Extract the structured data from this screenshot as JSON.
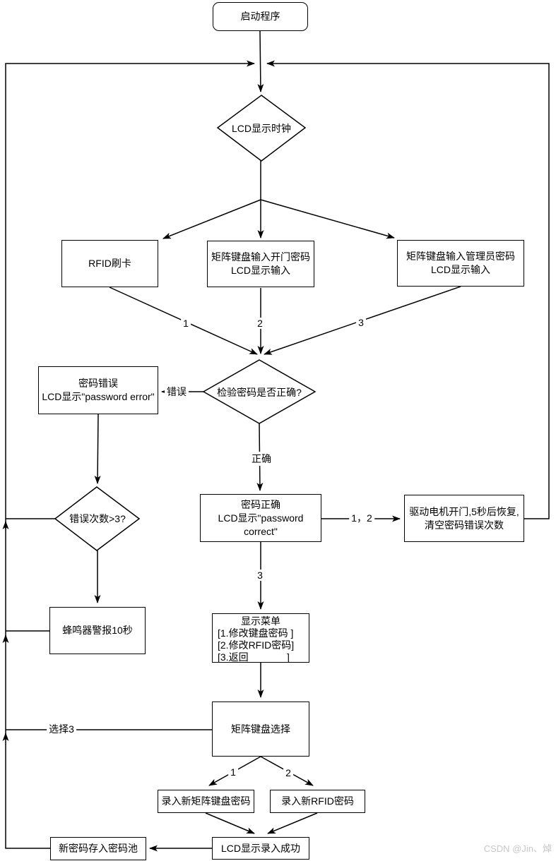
{
  "nodes": {
    "start": {
      "label": "启动程序"
    },
    "lcd_clock": {
      "label": "LCD显示时钟"
    },
    "rfid_swipe": {
      "label": "RFID刷卡"
    },
    "keypad_door": {
      "line1": "矩阵键盘输入开门密码",
      "line2": "LCD显示输入"
    },
    "keypad_admin": {
      "line1": "矩阵键盘输入管理员密码",
      "line2": "LCD显示输入"
    },
    "check_password": {
      "label": "检验密码是否正确?"
    },
    "password_error": {
      "line1": "密码错误",
      "line2": "LCD显示\"password error\""
    },
    "error_count": {
      "label": "错误次数>3?"
    },
    "buzzer": {
      "label": "蜂鸣器警报10秒"
    },
    "password_correct": {
      "line1": "密码正确",
      "line2": "LCD显示\"password correct\""
    },
    "drive_motor": {
      "line1": "驱动电机开门,5秒后恢复,",
      "line2": "清空密码错误次数"
    },
    "menu": {
      "line1": "显示菜单",
      "line2": "[1.修改键盘密码 ]",
      "line3": "[2.修改RFID密码]",
      "line4": "[3.返回              ]"
    },
    "keypad_select": {
      "label": "矩阵键盘选择"
    },
    "new_keypad_pwd": {
      "label": "录入新矩阵键盘密码"
    },
    "new_rfid_pwd": {
      "label": "录入新RFID密码"
    },
    "entry_success": {
      "label": "LCD显示录入成功"
    },
    "password_pool": {
      "label": "新密码存入密码池"
    }
  },
  "edge_labels": {
    "branch_1": "1",
    "branch_2": "2",
    "branch_3": "3",
    "wrong": "错误",
    "correct": "正确",
    "one_two": "1，2",
    "three": "3",
    "select_3": "选择3",
    "sub_1": "1",
    "sub_2": "2"
  },
  "watermark": "CSDN @Jin、焯",
  "colors": {
    "stroke": "#000000",
    "canvas": "#ffffff",
    "watermark": "#c8c8c8"
  }
}
